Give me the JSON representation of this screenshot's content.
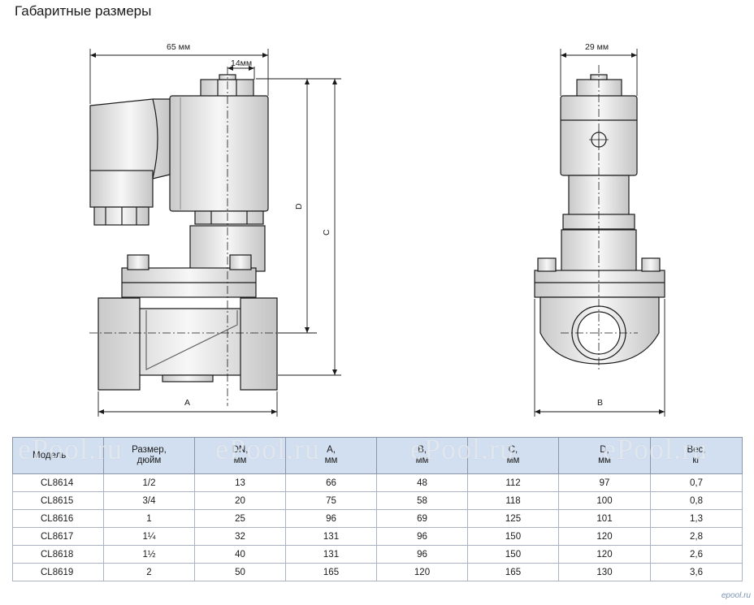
{
  "page": {
    "title": "Габаритные размеры"
  },
  "front_view": {
    "width_label": "65 мм",
    "offset_label": "14мм",
    "dim_a": "A",
    "dim_c": "C",
    "dim_d": "D"
  },
  "side_view": {
    "width_label": "29 мм",
    "dim_b": "B"
  },
  "table": {
    "headers": [
      {
        "line1": "Модель",
        "line2": ""
      },
      {
        "line1": "Размер,",
        "line2": "дюйм"
      },
      {
        "line1": "DN,",
        "line2": "мм"
      },
      {
        "line1": "A,",
        "line2": "мм"
      },
      {
        "line1": "B,",
        "line2": "мм"
      },
      {
        "line1": "C,",
        "line2": "мм"
      },
      {
        "line1": "D,",
        "line2": "мм"
      },
      {
        "line1": "Вес,",
        "line2": "кг"
      }
    ],
    "rows": [
      [
        "CL8614",
        "1/2",
        "13",
        "66",
        "48",
        "112",
        "97",
        "0,7"
      ],
      [
        "CL8615",
        "3/4",
        "20",
        "75",
        "58",
        "118",
        "100",
        "0,8"
      ],
      [
        "CL8616",
        "1",
        "25",
        "96",
        "69",
        "125",
        "101",
        "1,3"
      ],
      [
        "CL8617",
        "1¼",
        "32",
        "131",
        "96",
        "150",
        "120",
        "2,8"
      ],
      [
        "CL8618",
        "1½",
        "40",
        "131",
        "96",
        "150",
        "120",
        "2,6"
      ],
      [
        "CL8619",
        "2",
        "50",
        "165",
        "120",
        "165",
        "130",
        "3,6"
      ]
    ]
  },
  "watermarks": [
    "ePool.ru",
    "ePool.ru",
    "ePool.ru",
    "ePool.ru"
  ],
  "corner_logo": "epool.ru"
}
